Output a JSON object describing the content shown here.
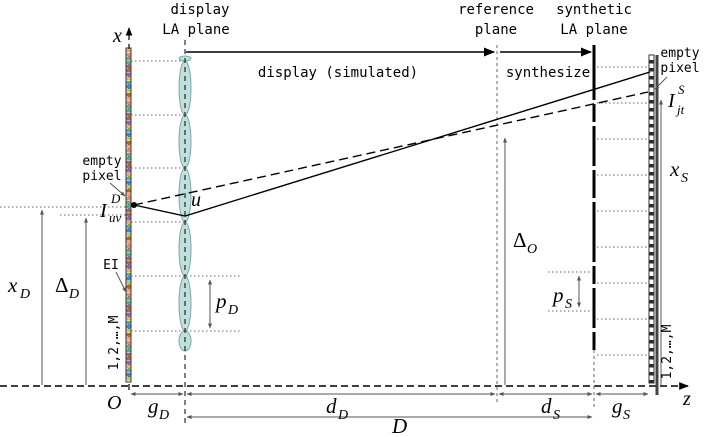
{
  "labels": {
    "display_la_plane_1": "display",
    "display_la_plane_2": "LA plane",
    "reference_plane_1": "reference",
    "reference_plane_2": "plane",
    "synthetic_la_plane_1": "synthetic",
    "synthetic_la_plane_2": "LA plane",
    "display_simulated": "display (simulated)",
    "synthesize": "synthesize",
    "empty_pixel_left_1": "empty",
    "empty_pixel_left_2": "pixel",
    "empty_pixel_right_1": "empty",
    "empty_pixel_right_2": "pixel",
    "ei": "EI",
    "index_left": "1,2,…,M",
    "index_right": "1,2,…,M",
    "axis_x": "x",
    "axis_z": "z",
    "origin": "O",
    "u": "u",
    "I_D_base": "I",
    "I_D_sup": "D",
    "I_D_sub": "uv",
    "I_S_base": "I",
    "I_S_sup": "S",
    "I_S_sub": "jt",
    "x_D_base": "x",
    "x_D_sub": "D",
    "delta_D_base": "Δ",
    "delta_D_sub": "D",
    "delta_O_base": "Δ",
    "delta_O_sub": "O",
    "x_S_base": "x",
    "x_S_sub": "S",
    "p_D_base": "p",
    "p_D_sub": "D",
    "p_S_base": "p",
    "p_S_sub": "S",
    "g_D_base": "g",
    "g_D_sub": "D",
    "d_D_base": "d",
    "d_D_sub": "D",
    "d_S_base": "d",
    "d_S_sub": "S",
    "g_S_base": "g",
    "g_S_sub": "S",
    "D": "D"
  },
  "colors": {
    "ink": "#000000",
    "lens_fill": "#bfe0dc",
    "lens_stroke": "#7fa8a4",
    "guide": "#555555",
    "pixel_palette": [
      "#e8b34a",
      "#6fb24a",
      "#4a7fd1",
      "#d1524a",
      "#9a5fc8",
      "#e07fb0",
      "#45b0b0",
      "#c9c94a",
      "#7a7a7a"
    ],
    "pixel_palette_right": [
      "#ffffff",
      "#c23a3a",
      "#3a62c2",
      "#2a2a2a",
      "#e0a0c0",
      "#6ab06a",
      "#8080d0"
    ]
  }
}
